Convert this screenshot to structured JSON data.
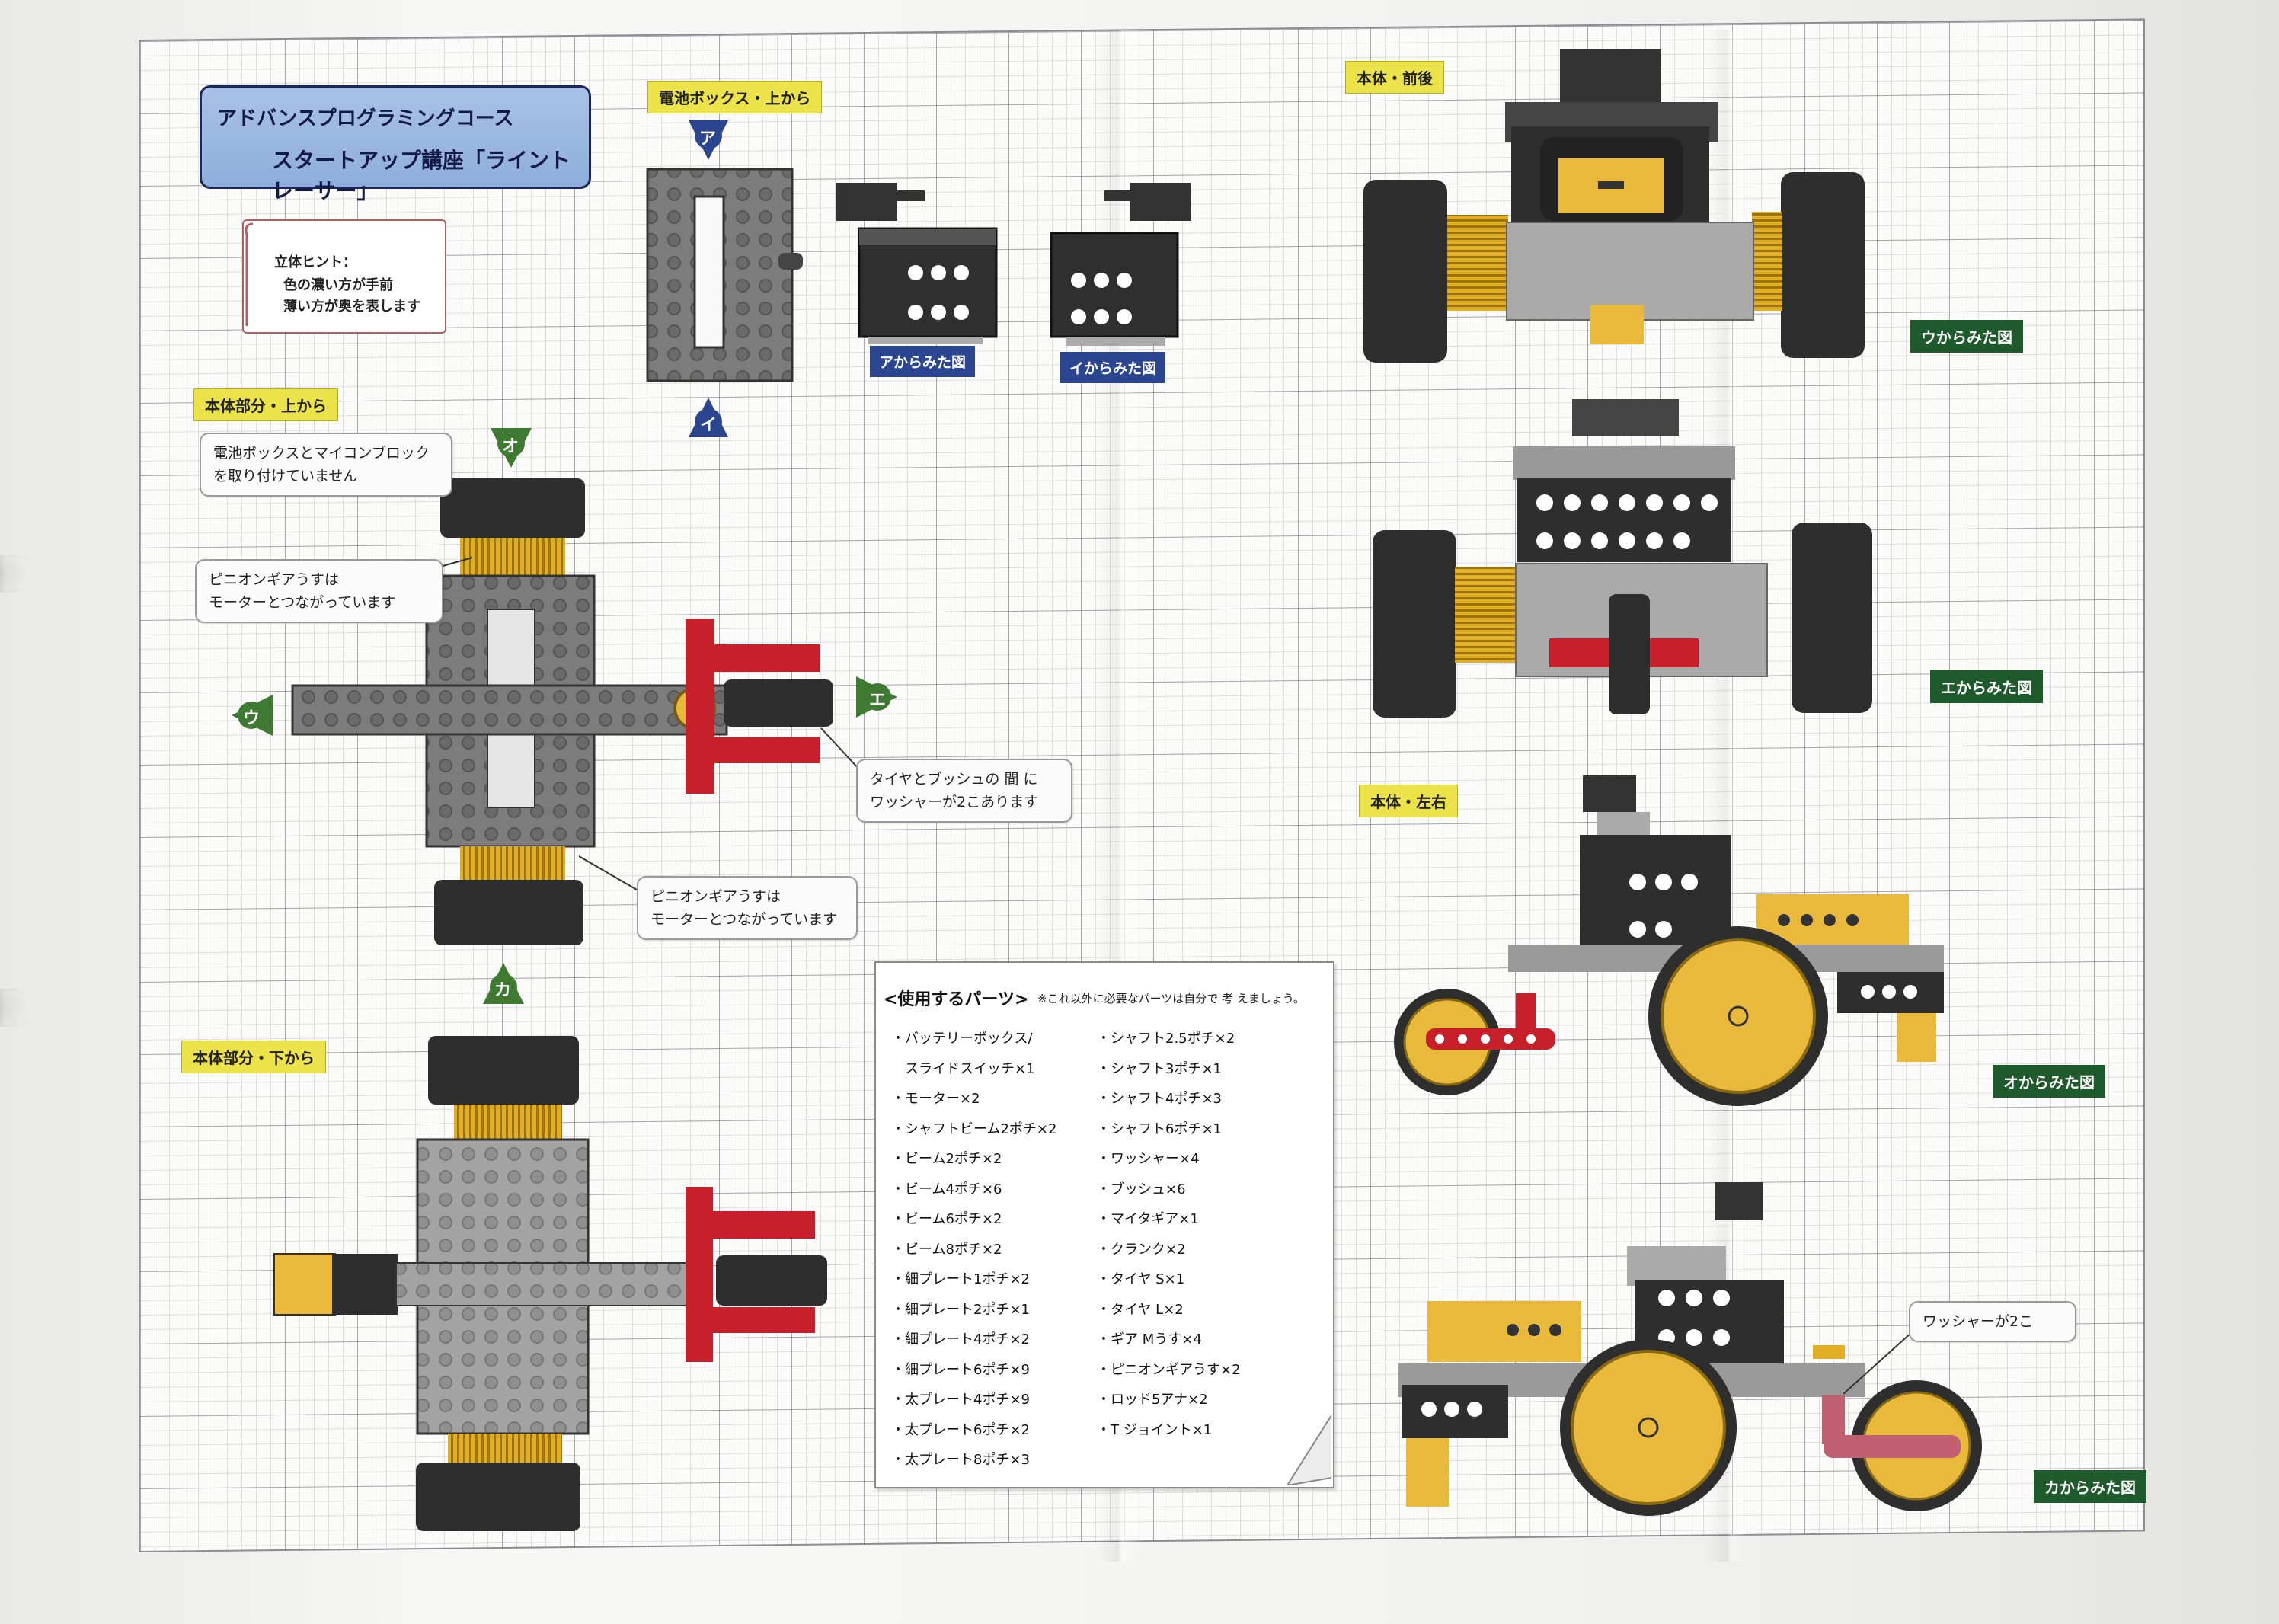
{
  "title": {
    "line1": "アドバンスプログラミングコース",
    "line2": "スタートアップ講座「ライントレーサー」"
  },
  "hint": {
    "heading": "立体ヒント：",
    "line1": "色の濃い方が手前",
    "line2": "薄い方が奥を表します"
  },
  "labels": {
    "battery_top": "電池ボックス・上から",
    "view_a": "アからみた図",
    "view_i": "イからみた図",
    "body_front_back": "本体・前後",
    "view_u": "ウからみた図",
    "view_e": "エからみた図",
    "body_top": "本体部分・上から",
    "body_bottom": "本体部分・下から",
    "body_left_right": "本体・左右",
    "view_o": "オからみた図",
    "view_ka": "カからみた図"
  },
  "markers": {
    "a": "ア",
    "i": "イ",
    "u": "ウ",
    "e": "エ",
    "o": "オ",
    "ka": "カ"
  },
  "notes": {
    "no_battery": [
      "電池ボックスとマイコンブロック",
      "を取り付けていません"
    ],
    "pinion_top": [
      "ピニオンギアうすは",
      "モーターとつながっています"
    ],
    "pinion_bottom": [
      "ピニオンギアうすは",
      "モーターとつながっています"
    ],
    "tire_bush": [
      "タイヤとブッシュの 間 に",
      "ワッシャーが2こあります"
    ],
    "washer": "ワッシャーが2こ"
  },
  "parts": {
    "heading": "<使用するパーツ>",
    "subheading": "※これ以外に必要なパーツは自分で 考 えましょう。",
    "left": [
      "・バッテリーボックス/",
      "　スライドスイッチ×1",
      "・モーター×2",
      "・シャフトビーム2ポチ×2",
      "・ビーム2ポチ×2",
      "・ビーム4ポチ×6",
      "・ビーム6ポチ×2",
      "・ビーム8ポチ×2",
      "・細プレート1ポチ×2",
      "・細プレート2ポチ×1",
      "・細プレート4ポチ×2",
      "・細プレート6ポチ×9",
      "・太プレート4ポチ×9",
      "・太プレート6ポチ×2",
      "・太プレート8ポチ×3"
    ],
    "right": [
      "・シャフト2.5ポチ×2",
      "・シャフト3ポチ×1",
      "・シャフト4ポチ×3",
      "・シャフト6ポチ×1",
      "・ワッシャー×4",
      "・ブッシュ×6",
      "・マイタギア×1",
      "・クランク×2",
      "・タイヤ S×1",
      "・タイヤ L×2",
      "・ギア Mうす×4",
      "・ピニオンギアうす×2",
      "・ロッド5アナ×2",
      "・T ジョイント×1"
    ]
  },
  "colors": {
    "yellow_label": "#ece24a",
    "blue_label": "#2b4590",
    "green_label": "#1f5a2c",
    "title_box": "#9db8e0",
    "beam_gray": "#7d7d7d",
    "dark_block": "#3a3a3a",
    "tire": "#2e2e2e",
    "gear_gold": "#d8a520",
    "red_part": "#c8202a",
    "yellow_part": "#e8b93a"
  },
  "icons": [
    "triangle-marker-icon",
    "scroll-paper-icon",
    "page-curl-icon"
  ]
}
